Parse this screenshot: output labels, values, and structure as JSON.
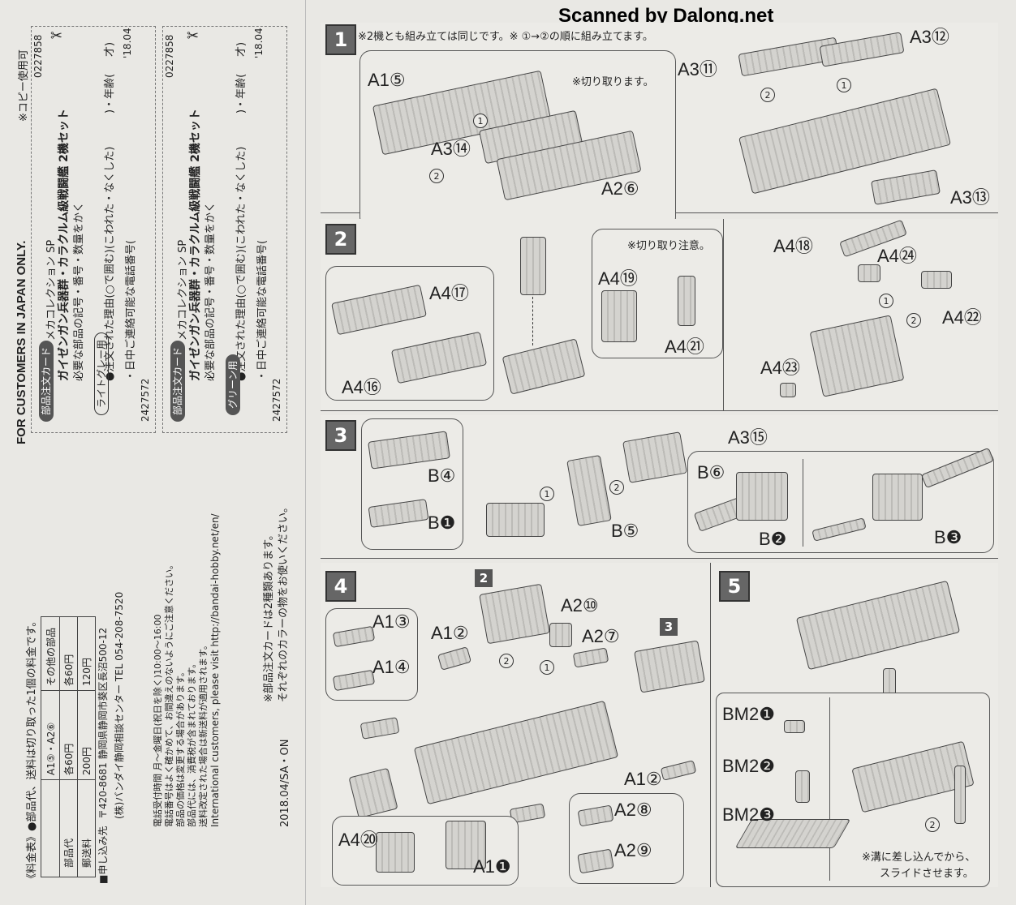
{
  "watermark": "Scanned by Dalong.net",
  "order_card": {
    "header": "FOR CUSTOMERS IN JAPAN ONLY.",
    "copy_ok": "※コピー使用可",
    "card_title": "部品注文カード",
    "series": "メカコレクション SP",
    "product": "ガイゼンガン兵器群・カラクルム級戦闘艦 2機セット",
    "instruction": "必要な部品の記号・番号・数量をかく",
    "reason": "●注文された理由(○で囲む)(こわれた・なくした)",
    "age_label": ")・年齢(",
    "age_end": "才)",
    "phone_label": "・日中ご連絡可能な電話番号(",
    "product_code": "0227858",
    "date": "'18.04",
    "item_code": "2427572",
    "color_light_gray": "ライトグレー用",
    "color_green": "グリーン用",
    "cut_icon": "scissors-icon"
  },
  "price_table": {
    "title": "《料金表》●部品代、送料は切り取った1個の料金です。",
    "headers": [
      "",
      "A1⑤・A2⑥",
      "その他の部品"
    ],
    "rows": [
      [
        "部品代",
        "各60円",
        "各60円"
      ],
      [
        "郵送料",
        "200円",
        "120円"
      ]
    ]
  },
  "address": {
    "apply_label": "■申し込み先",
    "postal": "〒420-8681 静岡県静岡市葵区長沼500-12",
    "center": "(株)バンダイ静岡相談センター TEL 054-208-7520",
    "hours": "電話受付時間 月～金曜日(祝日を除く)10:00～16:00",
    "note1": "電話番号はよく確かめて、お間違えのないようにご注意ください。",
    "note2": "部品の価格は変更する場合があります。",
    "note3": "部品代には、消費税が含まれております。",
    "note4": "送料改定された場合は新送料が適用されます。",
    "intl": "International customers, please visit http://bandai-hobby.net/en/",
    "footnote1": "※部品注文カードは2種類あります。",
    "footnote2": "それぞれのカラーの物をお使いください。",
    "print_code": "2018.04/SA・ON"
  },
  "steps": {
    "s1": {
      "num": "1",
      "note": "※2機とも組み立ては同じです。※ ①→②の順に組み立てます。",
      "cut_note": "※切り取ります。",
      "parts": [
        "A1⑤",
        "A3⑭",
        "A2⑥",
        "A3⑪",
        "A3⑫",
        "A3⑬"
      ]
    },
    "s2": {
      "num": "2",
      "cut_note": "※切り取り注意。",
      "parts": [
        "A4⑰",
        "A4⑯",
        "A4⑲",
        "A4㉑",
        "A4⑱",
        "A4㉔",
        "A4㉒",
        "A4㉓"
      ]
    },
    "s3": {
      "num": "3",
      "parts": [
        "B④",
        "B❶",
        "B⑤",
        "A3⑮",
        "B⑥",
        "B❷",
        "B❸"
      ]
    },
    "s4": {
      "num": "4",
      "sub2": "2",
      "sub3": "3",
      "parts": [
        "A1③",
        "A1④",
        "A1②",
        "A2⑩",
        "A2⑦",
        "A1②",
        "A2⑧",
        "A2⑨",
        "A4⑳",
        "A1❶"
      ]
    },
    "s5": {
      "num": "5",
      "parts": [
        "BM2❶",
        "BM2❷",
        "BM2❸"
      ],
      "slide_note1": "※溝に差し込んでから、",
      "slide_note2": "スライドさせます。"
    }
  },
  "order_marks": {
    "one": "1",
    "two": "2"
  }
}
